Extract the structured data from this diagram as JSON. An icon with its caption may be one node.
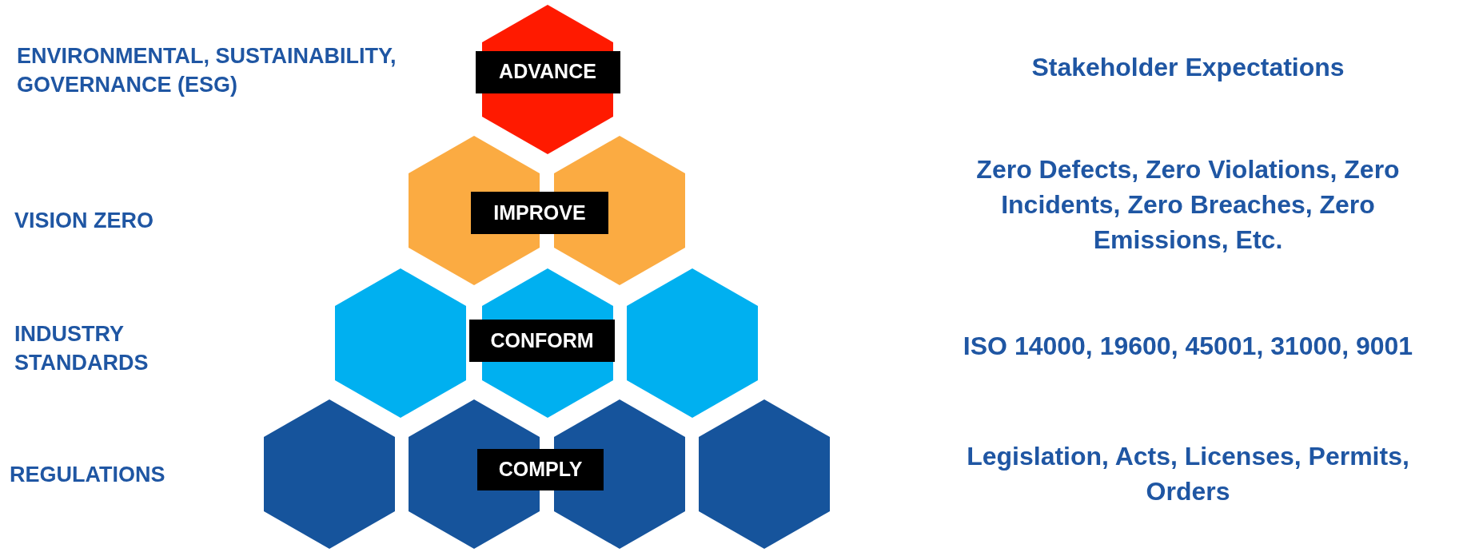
{
  "diagram": {
    "nodes": [
      {
        "text": [],
        "shape": "hexagon"
      },
      {
        "text": [
          "ADVANCE"
        ],
        "in": 0
      },
      {
        "text": [],
        "shape": "hexagon"
      },
      {
        "text": [],
        "shape": "hexagon"
      },
      {
        "text": [
          "IMPROVE"
        ]
      },
      {
        "text": [],
        "shape": "hexagon"
      },
      {
        "text": [],
        "shape": "hexagon"
      },
      {
        "text": [],
        "shape": "hexagon"
      },
      {
        "text": [
          "CONFORM"
        ]
      },
      {
        "text": [],
        "shape": "hexagon"
      },
      {
        "text": [],
        "shape": "hexagon"
      },
      {
        "text": [],
        "shape": "hexagon"
      },
      {
        "text": [],
        "shape": "hexagon"
      },
      {
        "text": [
          "COMPLY"
        ]
      }
    ],
    "labels": [
      "ENVIRONMENTAL, SUSTAINABILITY, GOVERNANCE (ESG)",
      "Stakeholder Expectations",
      "VISION ZERO",
      "Zero Defects, Zero Violations, Zero Incidents, Zero Breaches, Zero Emissions, Etc.",
      "INDUSTRY STANDARDS",
      "ISO 14000, 19600, 45001, 31000, 9001",
      "REGULATIONS",
      "Legislation, Acts, Licenses, Permits, Orders"
    ]
  }
}
